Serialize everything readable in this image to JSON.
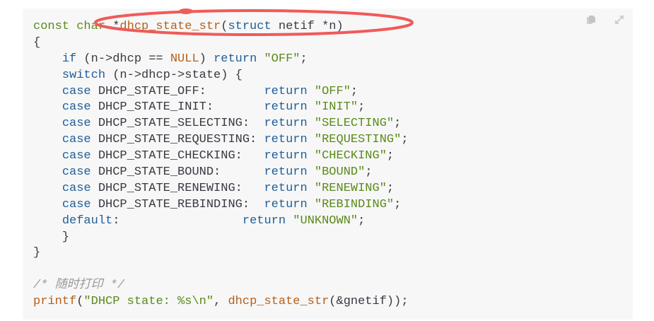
{
  "toolbar": {
    "copy_icon": "copy-icon",
    "expand_icon": "expand-icon"
  },
  "colors": {
    "annotation": "#f05a5a",
    "background": "#f7f7f7"
  },
  "code": [
    [
      [
        "ty",
        "const char "
      ],
      [
        "",
        "*"
      ],
      [
        "fn",
        "dhcp_state_str"
      ],
      [
        "",
        "("
      ],
      [
        "kw",
        "struct"
      ],
      [
        "",
        " netif *n)"
      ]
    ],
    [
      [
        "",
        "{"
      ]
    ],
    [
      [
        "",
        "    "
      ],
      [
        "kw",
        "if"
      ],
      [
        "",
        " (n->dhcp == "
      ],
      [
        "nu",
        "NULL"
      ],
      [
        "",
        ") "
      ],
      [
        "kw",
        "return"
      ],
      [
        "",
        " "
      ],
      [
        "st",
        "\"OFF\""
      ],
      [
        "",
        ";"
      ]
    ],
    [
      [
        "",
        "    "
      ],
      [
        "kw",
        "switch"
      ],
      [
        "",
        " (n->dhcp->state) {"
      ]
    ],
    [
      [
        "",
        "    "
      ],
      [
        "kw",
        "case"
      ],
      [
        "",
        " DHCP_STATE_OFF:        "
      ],
      [
        "kw",
        "return"
      ],
      [
        "",
        " "
      ],
      [
        "st",
        "\"OFF\""
      ],
      [
        "",
        ";"
      ]
    ],
    [
      [
        "",
        "    "
      ],
      [
        "kw",
        "case"
      ],
      [
        "",
        " DHCP_STATE_INIT:       "
      ],
      [
        "kw",
        "return"
      ],
      [
        "",
        " "
      ],
      [
        "st",
        "\"INIT\""
      ],
      [
        "",
        ";"
      ]
    ],
    [
      [
        "",
        "    "
      ],
      [
        "kw",
        "case"
      ],
      [
        "",
        " DHCP_STATE_SELECTING:  "
      ],
      [
        "kw",
        "return"
      ],
      [
        "",
        " "
      ],
      [
        "st",
        "\"SELECTING\""
      ],
      [
        "",
        ";"
      ]
    ],
    [
      [
        "",
        "    "
      ],
      [
        "kw",
        "case"
      ],
      [
        "",
        " DHCP_STATE_REQUESTING: "
      ],
      [
        "kw",
        "return"
      ],
      [
        "",
        " "
      ],
      [
        "st",
        "\"REQUESTING\""
      ],
      [
        "",
        ";"
      ]
    ],
    [
      [
        "",
        "    "
      ],
      [
        "kw",
        "case"
      ],
      [
        "",
        " DHCP_STATE_CHECKING:   "
      ],
      [
        "kw",
        "return"
      ],
      [
        "",
        " "
      ],
      [
        "st",
        "\"CHECKING\""
      ],
      [
        "",
        ";"
      ]
    ],
    [
      [
        "",
        "    "
      ],
      [
        "kw",
        "case"
      ],
      [
        "",
        " DHCP_STATE_BOUND:      "
      ],
      [
        "kw",
        "return"
      ],
      [
        "",
        " "
      ],
      [
        "st",
        "\"BOUND\""
      ],
      [
        "",
        ";"
      ]
    ],
    [
      [
        "",
        "    "
      ],
      [
        "kw",
        "case"
      ],
      [
        "",
        " DHCP_STATE_RENEWING:   "
      ],
      [
        "kw",
        "return"
      ],
      [
        "",
        " "
      ],
      [
        "st",
        "\"RENEWING\""
      ],
      [
        "",
        ";"
      ]
    ],
    [
      [
        "",
        "    "
      ],
      [
        "kw",
        "case"
      ],
      [
        "",
        " DHCP_STATE_REBINDING:  "
      ],
      [
        "kw",
        "return"
      ],
      [
        "",
        " "
      ],
      [
        "st",
        "\"REBINDING\""
      ],
      [
        "",
        ";"
      ]
    ],
    [
      [
        "",
        "    "
      ],
      [
        "kw",
        "default"
      ],
      [
        "",
        ":                 "
      ],
      [
        "kw",
        "return"
      ],
      [
        "",
        " "
      ],
      [
        "st",
        "\"UNKNOWN\""
      ],
      [
        "",
        ";"
      ]
    ],
    [
      [
        "",
        "    }"
      ]
    ],
    [
      [
        "",
        "}"
      ]
    ],
    [],
    [
      [
        "cm",
        "/* 随时打印 */"
      ]
    ],
    [
      [
        "fn",
        "printf"
      ],
      [
        "",
        "("
      ],
      [
        "st",
        "\"DHCP state: %s\\n\""
      ],
      [
        "",
        ", "
      ],
      [
        "fn",
        "dhcp_state_str"
      ],
      [
        "",
        "(&gnetif));"
      ]
    ]
  ]
}
